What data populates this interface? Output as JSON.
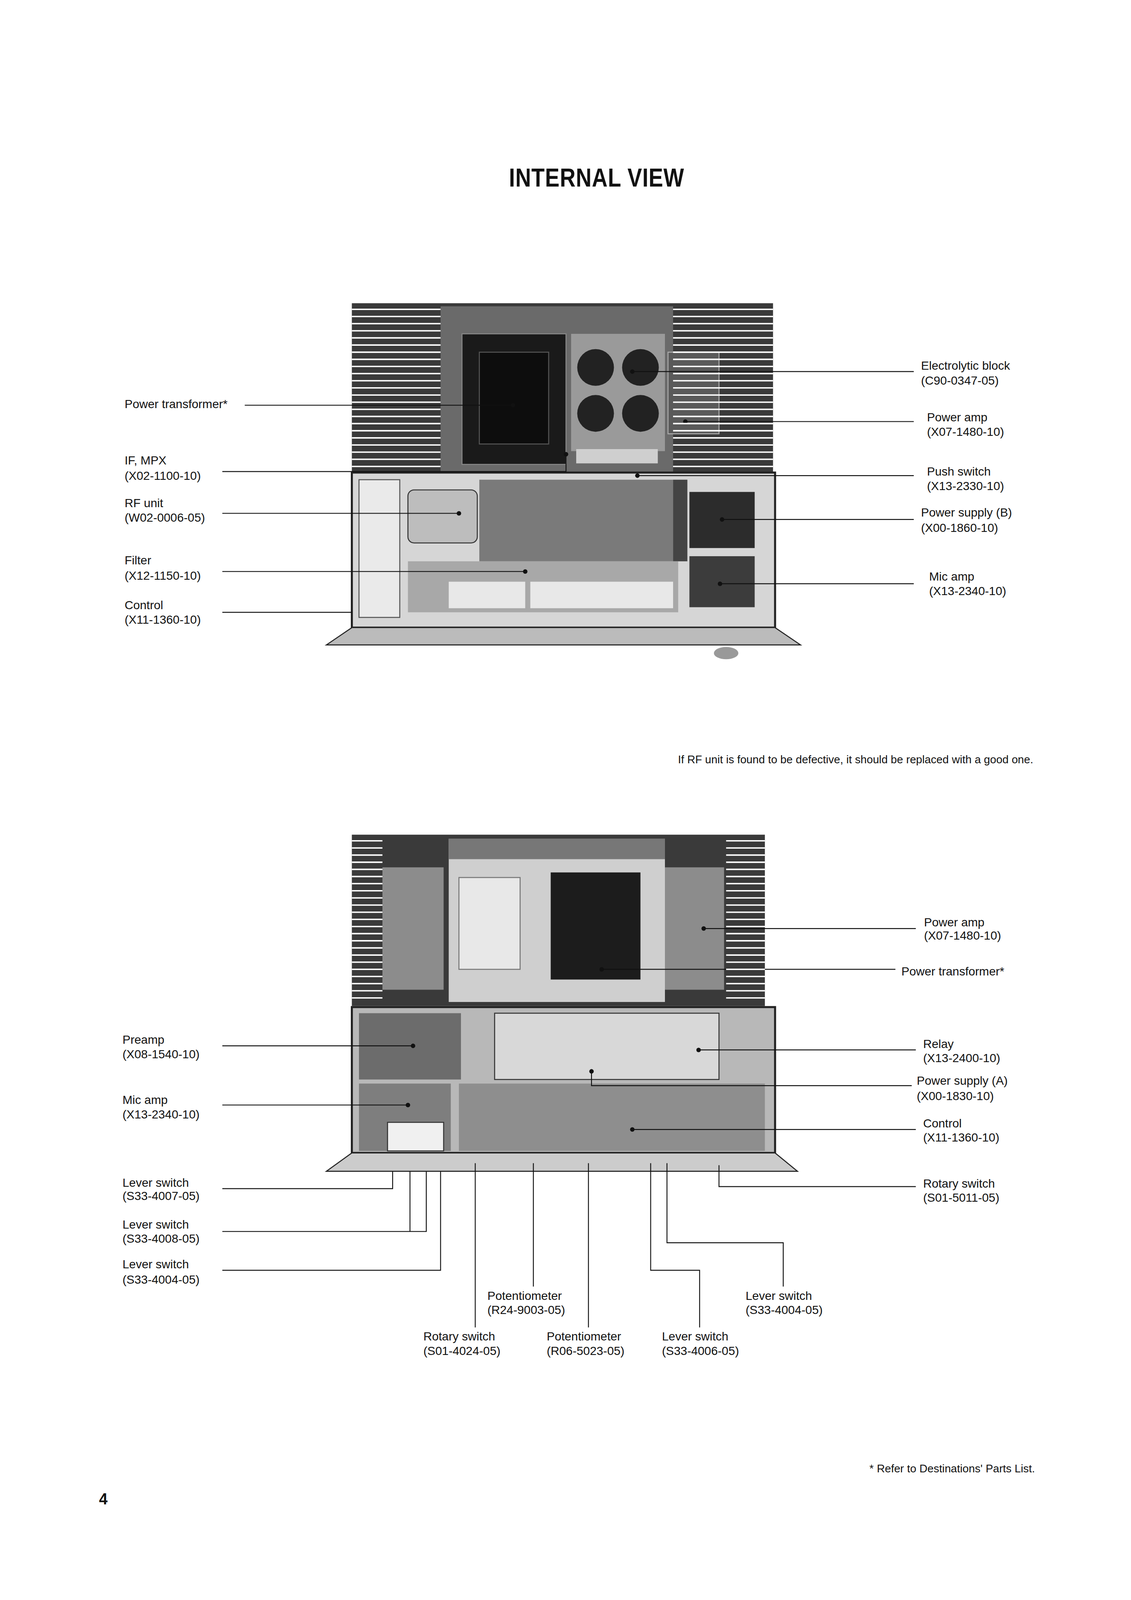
{
  "diagram": {
    "title": "INTERNAL VIEW",
    "labels": [
      "Power transformer*",
      "IF, MPX",
      "(X02-1100-10)",
      "RF unit",
      "(W02-0006-05)",
      "Filter",
      "(X12-1150-10)",
      "Control",
      "(X11-1360-10)",
      "Electrolytic block",
      "(C90-0347-05)",
      "Power amp",
      "(X07-1480-10)",
      "Push switch",
      "(X13-2330-10)",
      "Power supply (B)",
      "(X00-1860-10)",
      "Mic amp",
      "(X13-2340-10)",
      "If RF unit is found to be defective, it should be replaced with a good one.",
      "Preamp",
      "(X08-1540-10)",
      "Mic amp",
      "(X13-2340-10)",
      "Lever switch",
      "(S33-4007-05)",
      "Lever switch",
      "(S33-4008-05)",
      "Lever switch",
      "(S33-4004-05)",
      "Potentiometer",
      "(R24-9003-05)",
      "Rotary switch",
      "(S01-4024-05)",
      "Potentiometer",
      "(R06-5023-05)",
      "Lever switch",
      "(S33-4006-05)",
      "Lever switch",
      "(S33-4004-05)",
      "Power amp",
      "(X07-1480-10)",
      "Power transformer*",
      "Relay",
      "(X13-2400-10)",
      "Power supply (A)",
      "(X00-1830-10)",
      "Control",
      "(X11-1360-10)",
      "Rotary switch",
      "(S01-5011-05)",
      "* Refer to Destinations' Parts List.",
      "4"
    ]
  }
}
